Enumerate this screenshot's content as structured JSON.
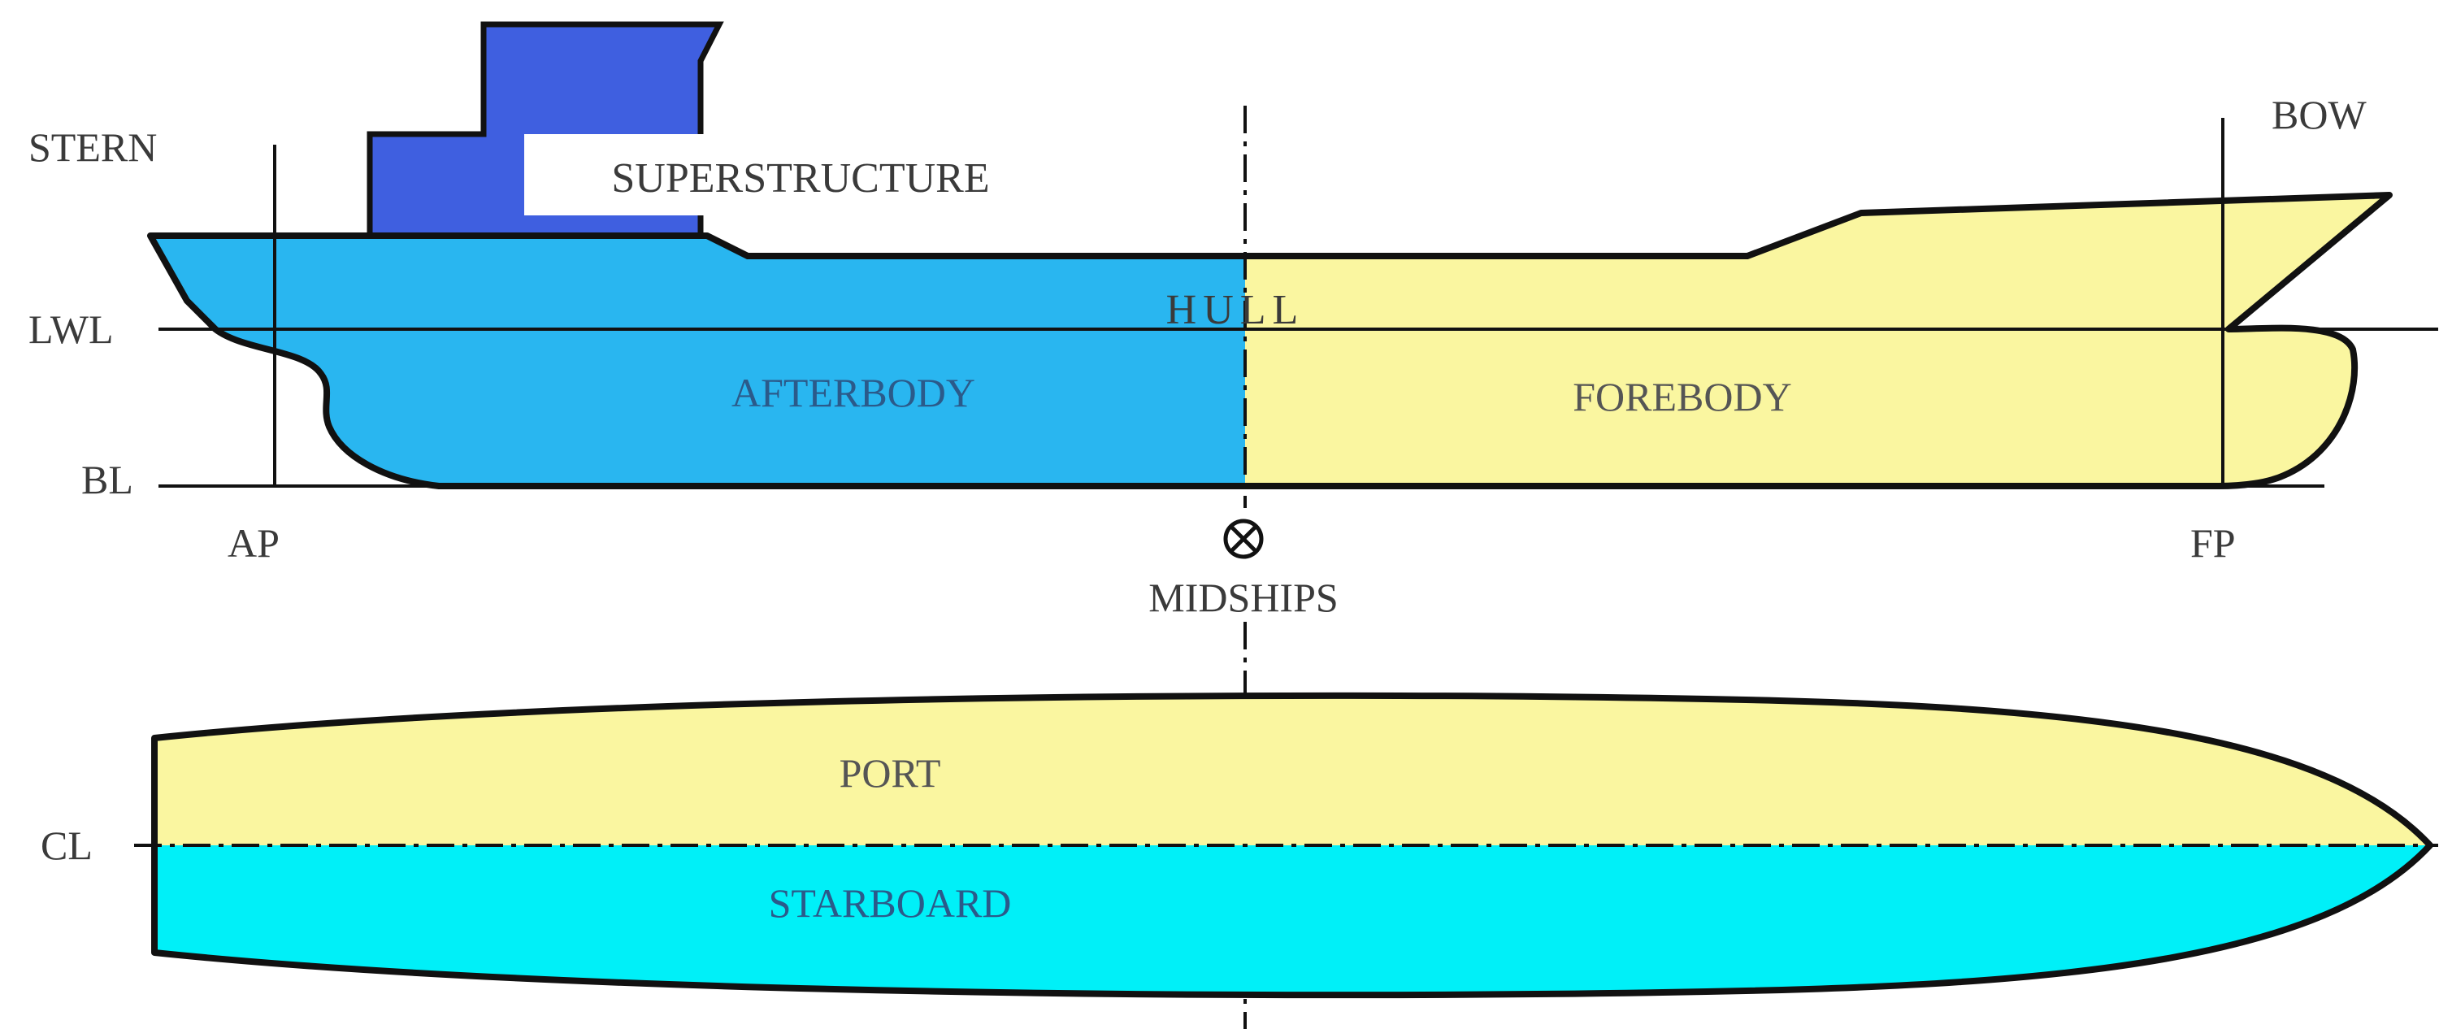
{
  "labels": {
    "stern": "STERN",
    "bow": "BOW",
    "superstructure": "SUPERSTRUCTURE",
    "hull": "HULL",
    "lwl": "LWL",
    "bl": "BL",
    "afterbody": "AFTERBODY",
    "forebody": "FOREBODY",
    "ap": "AP",
    "fp": "FP",
    "midships": "MIDSHIPS",
    "port": "PORT",
    "starboard": "STARBOARD",
    "cl": "CL"
  },
  "colors": {
    "afterbody": "#29B6F0",
    "forebody": "#FAF6A0",
    "superstructure": "#3F5FE0",
    "port": "#FAF6A0",
    "starboard": "#00F0F8",
    "outline": "#111111"
  },
  "icons": {
    "midships": "midships-symbol-icon"
  }
}
